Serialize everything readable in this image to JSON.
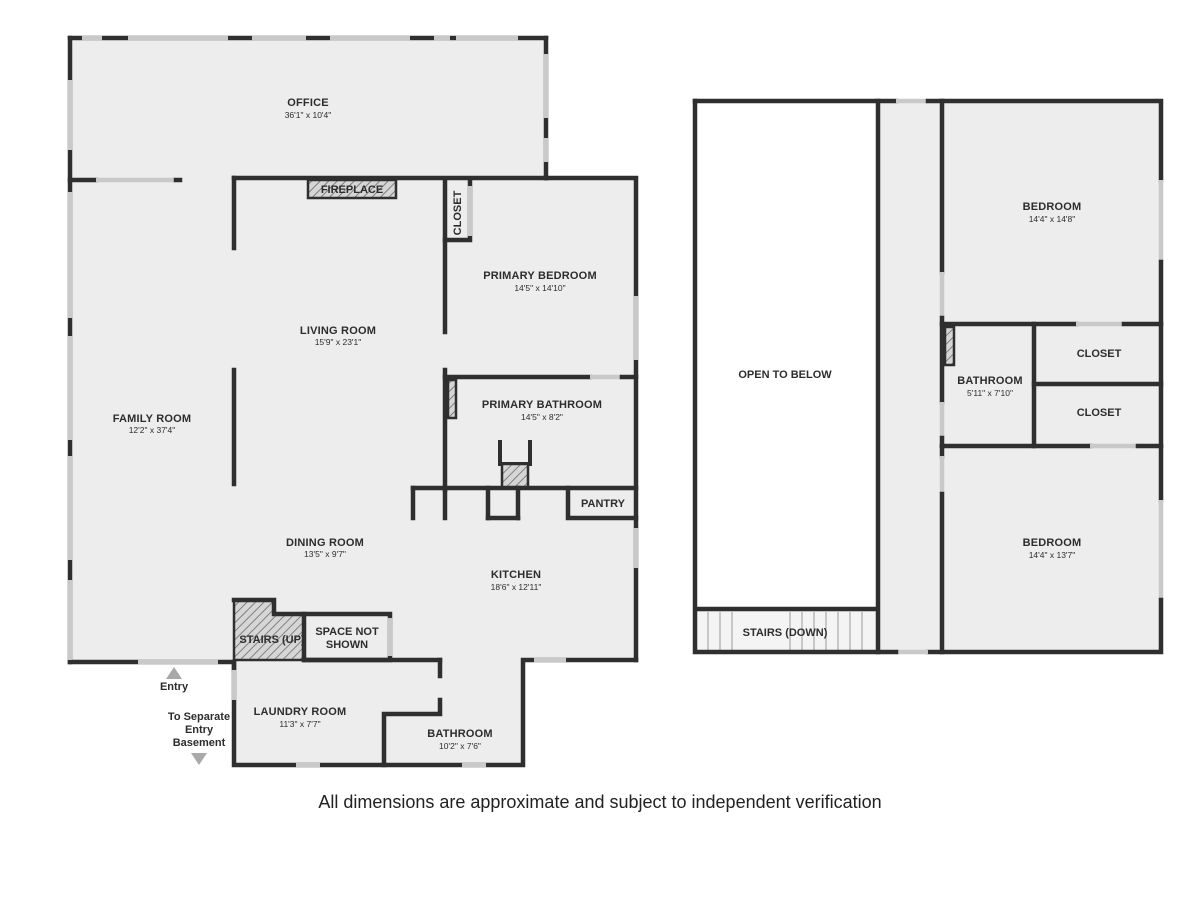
{
  "rooms": {
    "office": {
      "name": "OFFICE",
      "dim": "36'1\" x 10'4\""
    },
    "family_room": {
      "name": "FAMILY ROOM",
      "dim": "12'2\" x 37'4\""
    },
    "living_room": {
      "name": "LIVING ROOM",
      "dim": "15'9\" x 23'1\""
    },
    "primary_bedroom": {
      "name": "PRIMARY BEDROOM",
      "dim": "14'5\" x 14'10\""
    },
    "primary_bathroom": {
      "name": "PRIMARY BATHROOM",
      "dim": "14'5\" x 8'2\""
    },
    "dining_room": {
      "name": "DINING ROOM",
      "dim": "13'5\" x 9'7\""
    },
    "kitchen": {
      "name": "KITCHEN",
      "dim": "18'6\" x 12'11\""
    },
    "laundry_room": {
      "name": "LAUNDRY ROOM",
      "dim": "11'3\" x 7'7\""
    },
    "bathroom_main": {
      "name": "BATHROOM",
      "dim": "10'2\" x 7'6\""
    },
    "bedroom_upper_1": {
      "name": "BEDROOM",
      "dim": "14'4\" x 14'8\""
    },
    "bedroom_upper_2": {
      "name": "BEDROOM",
      "dim": "14'4\" x 13'7\""
    },
    "bathroom_upper": {
      "name": "BATHROOM",
      "dim": "5'11\" x 7'10\""
    }
  },
  "labels": {
    "fireplace": "FIREPLACE",
    "closet_main": "CLOSET",
    "pantry": "PANTRY",
    "stairs_up": "STAIRS (UP)",
    "space_not_shown_1": "SPACE NOT",
    "space_not_shown_2": "SHOWN",
    "entry": "Entry",
    "separate_entry_1": "To Separate",
    "separate_entry_2": "Entry",
    "separate_entry_3": "Basement",
    "open_to_below": "OPEN TO BELOW",
    "stairs_down": "STAIRS (DOWN)",
    "closet_upper_1": "CLOSET",
    "closet_upper_2": "CLOSET"
  },
  "disclaimer": "All dimensions are approximate and subject to independent verification"
}
